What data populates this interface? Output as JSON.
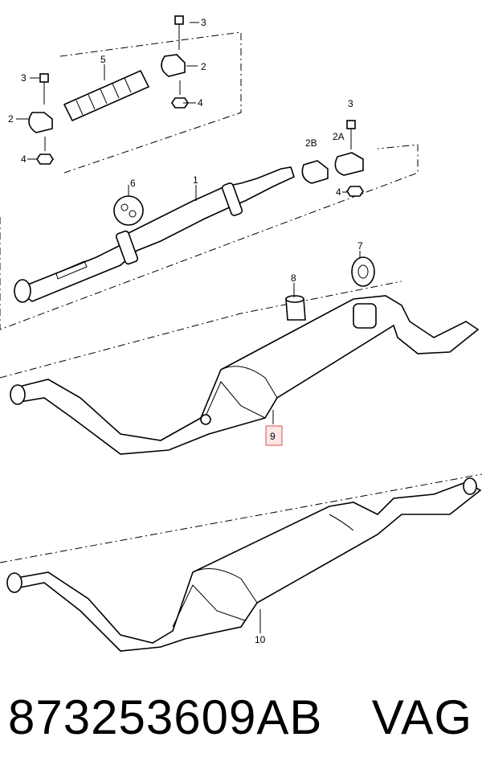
{
  "diagram": {
    "callouts": {
      "c1": "1",
      "c2a_top": "2",
      "c2b_top": "2",
      "c2A": "2A",
      "c2B": "2B",
      "c3a": "3",
      "c3b": "3",
      "c3c": "3",
      "c4a": "4",
      "c4b": "4",
      "c4c": "4",
      "c5": "5",
      "c6": "6",
      "c7": "7",
      "c8": "8",
      "c9": "9",
      "c10": "10"
    },
    "highlight_color": "#e06a6a"
  },
  "footer": {
    "part_number": "873253609AB",
    "brand": "VAG"
  }
}
